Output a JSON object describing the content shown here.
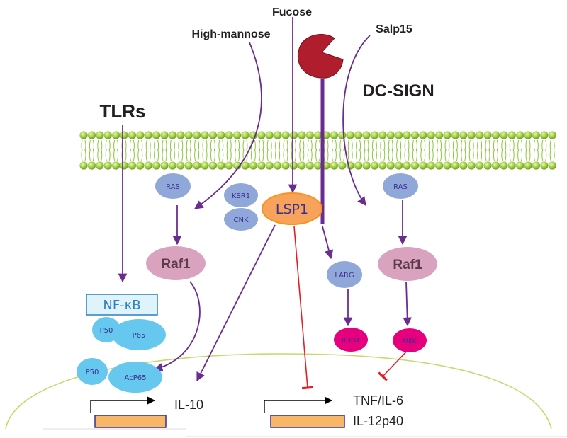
{
  "labels": {
    "fucose": "Fucose",
    "high_mannose": "High-mannose",
    "salp15": "Salp15",
    "dc_sign": "DC-SIGN",
    "tlrs": "TLRs",
    "ras_left": "RAS",
    "ras_right": "RAS",
    "ksr1": "KSR1",
    "cnk": "CNK",
    "lsp1": "LSP1",
    "raf1_left": "Raf1",
    "raf1_right": "Raf1",
    "larg": "LARG",
    "rhoa": "RHOA",
    "mek": "MEK",
    "nfkb": "NF-κB",
    "p50_top": "P50",
    "p65": "P65",
    "p50_bottom": "P50",
    "acp65": "AcP65",
    "il10": "IL-10",
    "tnf_il6": "TNF/IL-6",
    "il12p40": "IL-12p40"
  },
  "colors": {
    "arrow": "#6a2c91",
    "inhibit": "#e31e24",
    "membrane": "#8dc63f",
    "ras_kinase": "#8fa8d9",
    "raf": "#d9a3bf",
    "lsp1_fill": "#f7a35c",
    "lsp1_stroke": "#f7931e",
    "magenta": "#e6007e",
    "nucleus_factor": "#66c8ee",
    "receptor": "#b01e2e",
    "gene_box": "#f7b766",
    "nucleus_outline": "#c8d96f"
  }
}
